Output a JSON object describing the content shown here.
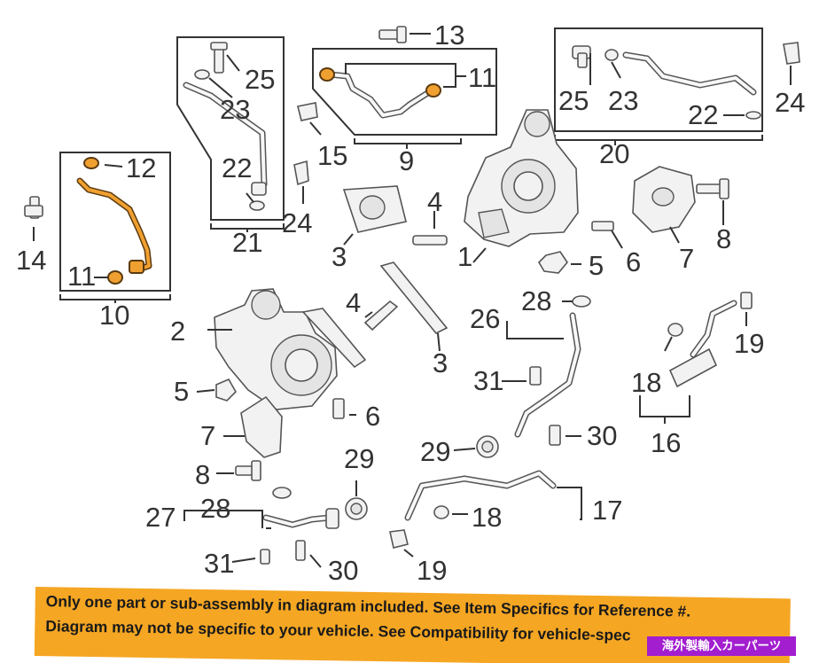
{
  "callouts": {
    "c1": "1",
    "c2": "2",
    "c3a": "3",
    "c3b": "3",
    "c4a": "4",
    "c4b": "4",
    "c5a": "5",
    "c5b": "5",
    "c6a": "6",
    "c6b": "6",
    "c7a": "7",
    "c7b": "7",
    "c8a": "8",
    "c8b": "8",
    "c9": "9",
    "c10": "10",
    "c11a": "11",
    "c11b": "11",
    "c12": "12",
    "c13": "13",
    "c14": "14",
    "c15": "15",
    "c16": "16",
    "c17": "17",
    "c18a": "18",
    "c18b": "18",
    "c19a": "19",
    "c19b": "19",
    "c20": "20",
    "c21": "21",
    "c22a": "22",
    "c22b": "22",
    "c23a": "23",
    "c23b": "23",
    "c24a": "24",
    "c24b": "24",
    "c25a": "25",
    "c25b": "25",
    "c26": "26",
    "c27": "27",
    "c28a": "28",
    "c28b": "28",
    "c29a": "29",
    "c29b": "29",
    "c30a": "30",
    "c30b": "30",
    "c31a": "31",
    "c31b": "31"
  },
  "banner": {
    "line1": "Only one part or sub-assembly in diagram included. See Item Specifics for Reference #.",
    "line2": "Diagram may not be specific to your vehicle. See Compatibility for vehicle-spec",
    "tag": "海外製輸入カーパーツ",
    "color": "#f5a623",
    "tag_color": "#a21ecf"
  },
  "highlight_color": "#f0a030"
}
